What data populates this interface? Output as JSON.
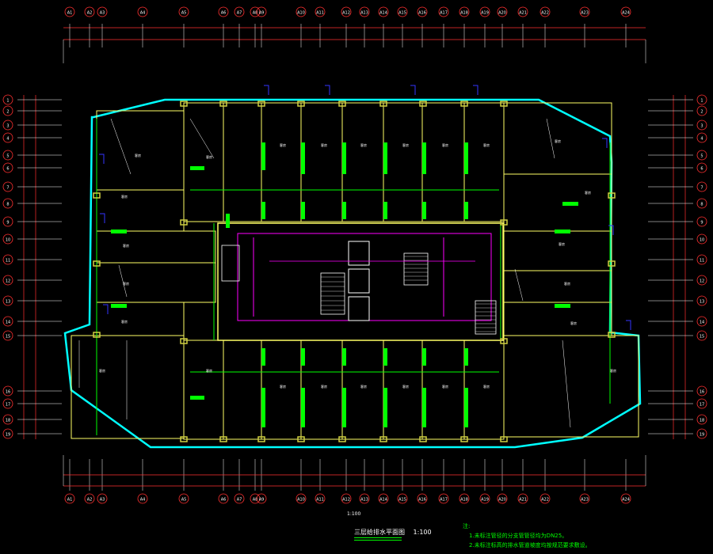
{
  "drawing": {
    "title": "三层给排水平面图",
    "title_scale": "1:100",
    "scale_under_axes": "1:100",
    "notes_label": "注:",
    "notes": [
      "1.未标注管径的分支管管径均为DN25。",
      "2.未标注标高的排水管道坡度均按规范要求敷设。"
    ],
    "top_axes": [
      "A1",
      "A2",
      "A3",
      "A4",
      "A5",
      "A6",
      "A7",
      "A8",
      "A9",
      "A10",
      "A11",
      "A12",
      "A13",
      "A14",
      "A15",
      "A16",
      "A17",
      "A18",
      "A19",
      "A20",
      "A21",
      "A22",
      "A23",
      "A24"
    ],
    "left_axes": [
      "1",
      "2",
      "3",
      "4",
      "5",
      "6",
      "7",
      "8",
      "9",
      "10",
      "11",
      "12",
      "13",
      "14",
      "15",
      "16",
      "17",
      "18",
      "19"
    ],
    "room_label": "客房",
    "colors": {
      "background": "#000000",
      "wall_outline": "#00ffff",
      "walls": "#ffff66",
      "columns": "#cfcf40",
      "pipes_green": "#00ff00",
      "pipes_magenta": "#ff00ff",
      "pipes_blue": "#3333ff",
      "dimension": "#ff3030",
      "text": "#ffffff",
      "grid_bubble": "#ff3030"
    }
  }
}
